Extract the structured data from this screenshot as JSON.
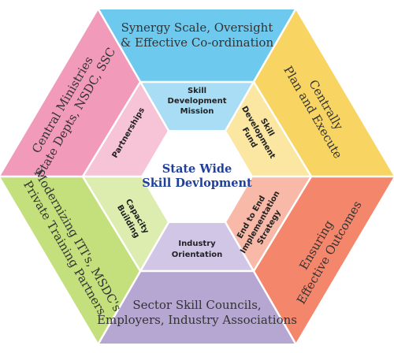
{
  "center": {
    "line1": "State Wide",
    "line2": "Skill Devlopment",
    "color": "#1f3f9a"
  },
  "segments": [
    {
      "id": "top",
      "outer": [
        "Synergy Scale, Oversight",
        "& Effective Co-ordination"
      ],
      "inner": [
        "Skill",
        "Development",
        "Mission"
      ],
      "outer_color": "#6ec9ee",
      "inner_color": "#a8ddf5"
    },
    {
      "id": "upper-right",
      "outer": [
        "Centrally",
        "Plan and Execute"
      ],
      "inner": [
        "Skill",
        "Development",
        "Fund"
      ],
      "outer_color": "#f8d563",
      "inner_color": "#fbe6a2"
    },
    {
      "id": "lower-right",
      "outer": [
        "Ensuring",
        "Effective Outcomes"
      ],
      "inner": [
        "End to End",
        "Implementation",
        "Strategy"
      ],
      "outer_color": "#f4866c",
      "inner_color": "#f8b9a8"
    },
    {
      "id": "bottom",
      "outer": [
        "Sector Skill Councils,",
        "Employers, Industry Associations"
      ],
      "inner": [
        "Industry",
        "Orientation"
      ],
      "outer_color": "#b6a6d2",
      "inner_color": "#d2c6e6"
    },
    {
      "id": "lower-left",
      "outer": [
        "Modernizing ITI's, MSDC's",
        "Private Training Partners"
      ],
      "inner": [
        "Capacity",
        "Building"
      ],
      "outer_color": "#c3e07c",
      "inner_color": "#ddedb0"
    },
    {
      "id": "upper-left",
      "outer": [
        "Central Ministries",
        "State Depts, NSDC, SSC"
      ],
      "inner": [
        "Partnerships"
      ],
      "outer_color": "#f29ab9",
      "inner_color": "#f7c3d6"
    }
  ]
}
